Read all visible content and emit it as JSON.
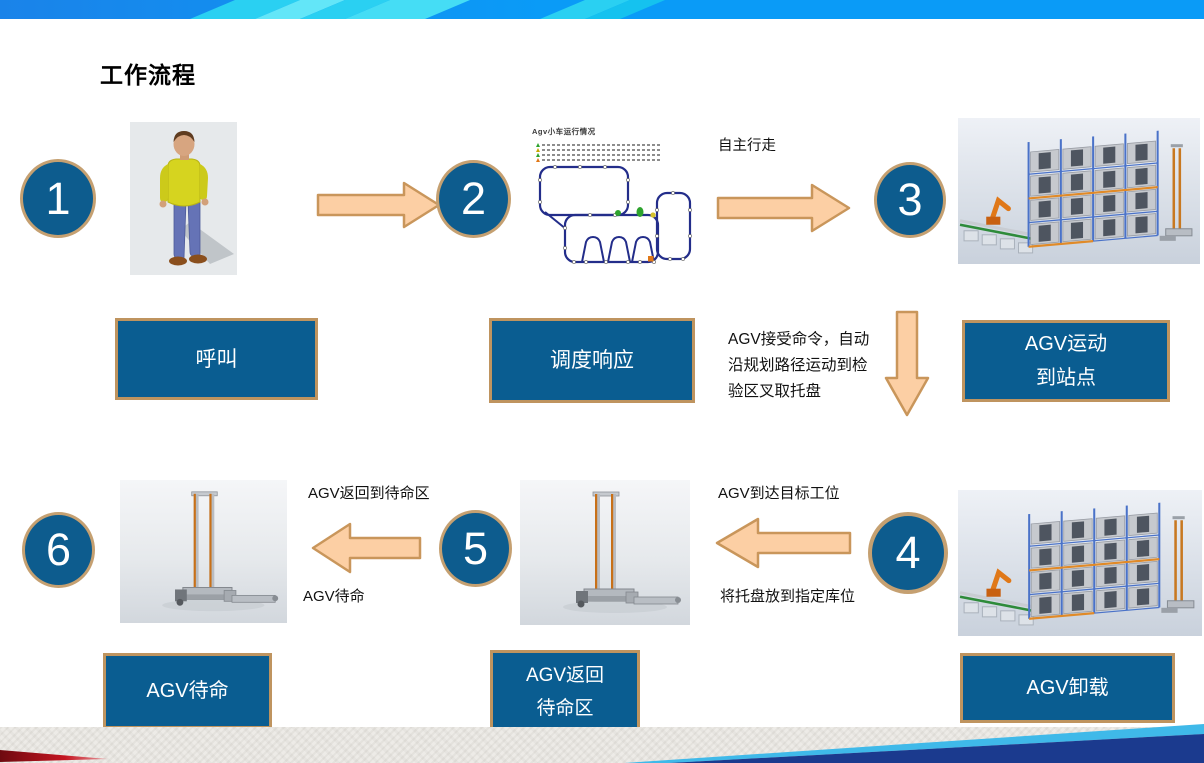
{
  "title": "工作流程",
  "steps": [
    {
      "number": "1"
    },
    {
      "number": "2"
    },
    {
      "number": "3"
    },
    {
      "number": "4"
    },
    {
      "number": "5"
    },
    {
      "number": "6"
    }
  ],
  "boxes": {
    "call": "呼叫",
    "dispatch": "调度响应",
    "move_line1": "AGV运动",
    "move_line2": "到站点",
    "unload": "AGV卸载",
    "return_line1": "AGV返回",
    "return_line2": "待命区",
    "standby": "AGV待命"
  },
  "annotations": {
    "auto_walk": "自主行走",
    "cmd_line1": "AGV接受命令，自动",
    "cmd_line2": "沿规划路径运动到检",
    "cmd_line3": "验区叉取托盘",
    "arrive_target": "AGV到达目标工位",
    "place_pallet": "将托盘放到指定库位",
    "return_standby": "AGV返回到待命区",
    "standby": "AGV待命"
  },
  "map_panel": {
    "title": "Agv小车运行情况",
    "log_markers": [
      "green",
      "olive",
      "green",
      "orange"
    ],
    "marker_colors": {
      "green": "#2ea32e",
      "yellow": "#d4c12c",
      "orange": "#e07818"
    }
  },
  "colors": {
    "header_blue": "#0a9bf7",
    "header_cyan": "#35d9f3",
    "step_circle_fill": "#0d5c8e",
    "step_circle_border": "#c5a071",
    "label_box_fill": "#0a5d91",
    "label_box_border": "#bf945f",
    "arrow_fill": "#fccfa4",
    "arrow_border": "#c9965b",
    "route_navy": "#232d8a",
    "footer_navy": "#1b3a8e",
    "footer_cyan": "#3fb9e9",
    "footer_red": "#c41420"
  }
}
